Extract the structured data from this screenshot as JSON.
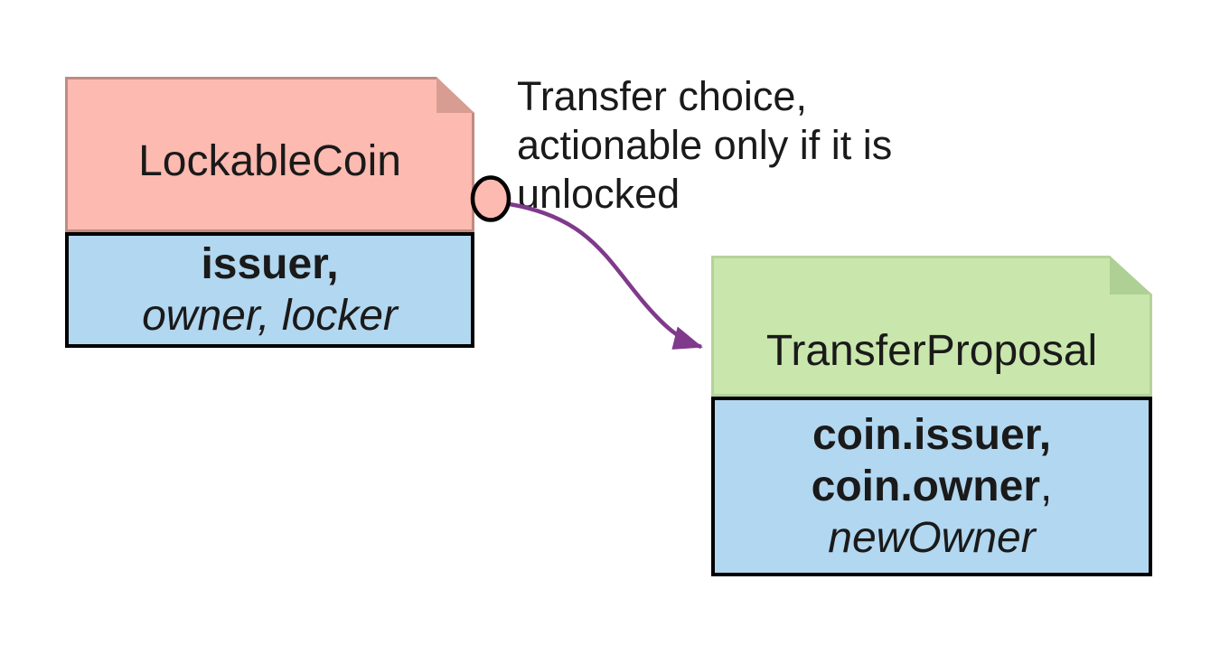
{
  "diagram": {
    "lockable_coin": {
      "title": "LockableCoin",
      "fields_line1": "issuer,",
      "fields_line2": "owner, locker"
    },
    "transfer_proposal": {
      "title": "TransferProposal",
      "fields_line1": "coin.issuer,",
      "fields_line2_bold": "coin.owner",
      "fields_line2_plain": ",",
      "fields_line3": "newOwner"
    },
    "annotation": {
      "line1": "Transfer choice,",
      "line2": "actionable only if it is",
      "line3": "unlocked"
    },
    "icons": {
      "choice_port": "circle-port",
      "choice_arrow": "curved-arrow-right"
    }
  },
  "colors": {
    "pink-fill": "#fdbab0",
    "pink-border": "#c08b81",
    "pink-flap": "#d79c92",
    "green-fill": "#c9e6ac",
    "green-border": "#b4d29a",
    "green-flap": "#afd094",
    "blue-fill": "#b2d7f0",
    "outline-black": "#000000",
    "arrow-purple": "#7f3a8c",
    "text-black": "#1a1a1a",
    "canvas-bg": "#ffffff"
  }
}
